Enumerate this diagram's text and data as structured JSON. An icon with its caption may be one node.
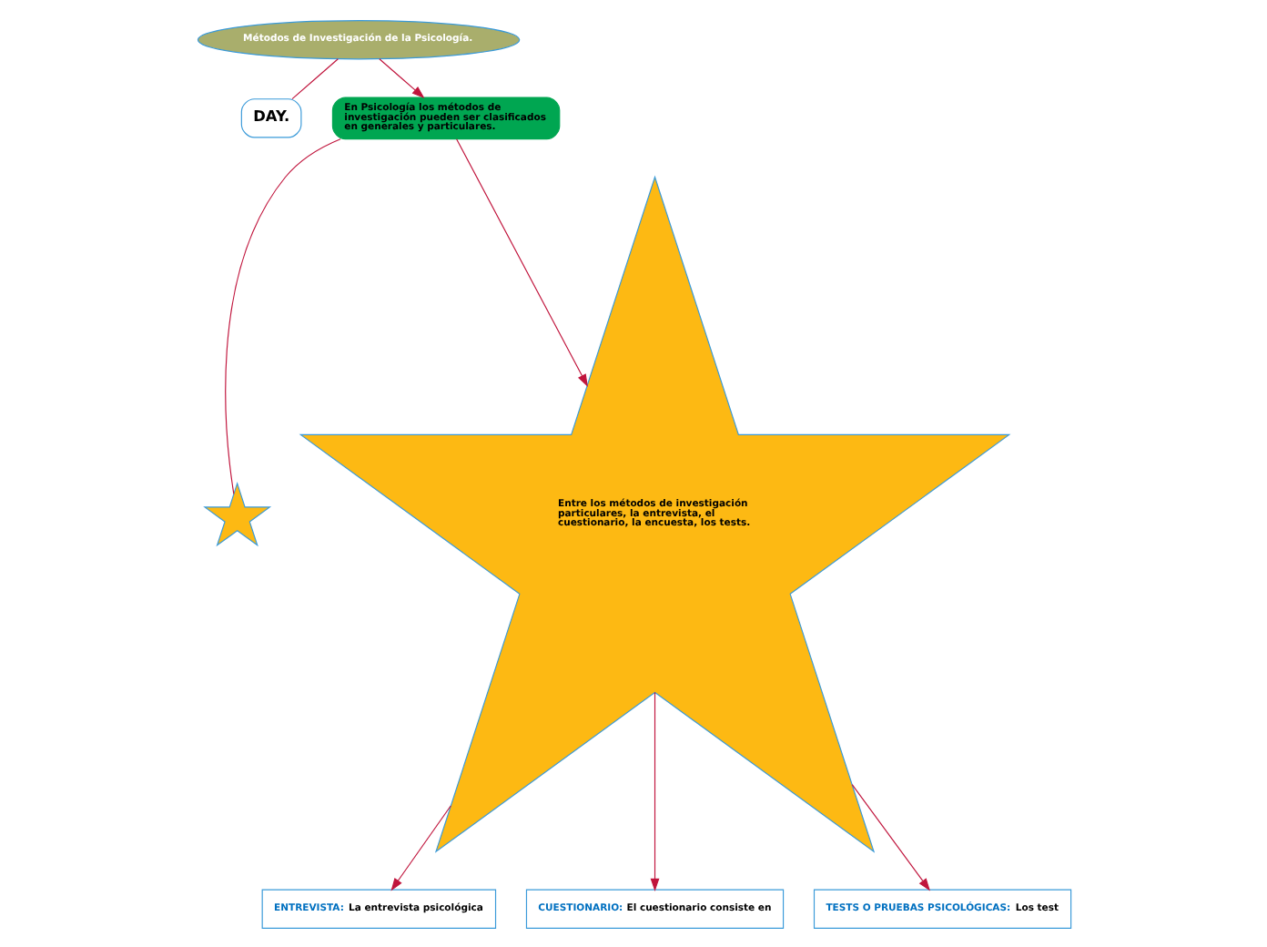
{
  "diagram": {
    "nodes": [
      {
        "text": [
          "DAY."
        ]
      },
      {
        "text": [
          "Métodos de Investigación de la Psicología."
        ]
      },
      {
        "text": [
          "En Psicología los métodos de investigación pueden ser clasificados en generales y particulares."
        ]
      },
      {
        "text": [],
        "shape": "star"
      },
      {
        "text": [
          "Entre los métodos de investigación particulares, la entrevista, el cuestionario, la encuesta, los tests."
        ]
      },
      {
        "text": [
          "ENTREVISTA:",
          "La entrevista psicológica"
        ]
      },
      {
        "text": [
          "CUESTIONARIO:",
          "El cuestionario consiste en"
        ]
      },
      {
        "text": [
          "TESTS O PRUEBAS PSICOLÓGICAS:",
          "Los test"
        ]
      }
    ],
    "edges": [
      {
        "from": 1,
        "to": 0,
        "arrow": "none"
      },
      {
        "from": 1,
        "to": 2,
        "arrow": "to"
      },
      {
        "from": 2,
        "to": 3,
        "arrow": "none"
      },
      {
        "from": 2,
        "to": 4,
        "arrow": "to"
      },
      {
        "from": 4,
        "to": 5,
        "arrow": "to"
      },
      {
        "from": 4,
        "to": 6,
        "arrow": "to"
      },
      {
        "from": 4,
        "to": 7,
        "arrow": "to"
      }
    ]
  }
}
